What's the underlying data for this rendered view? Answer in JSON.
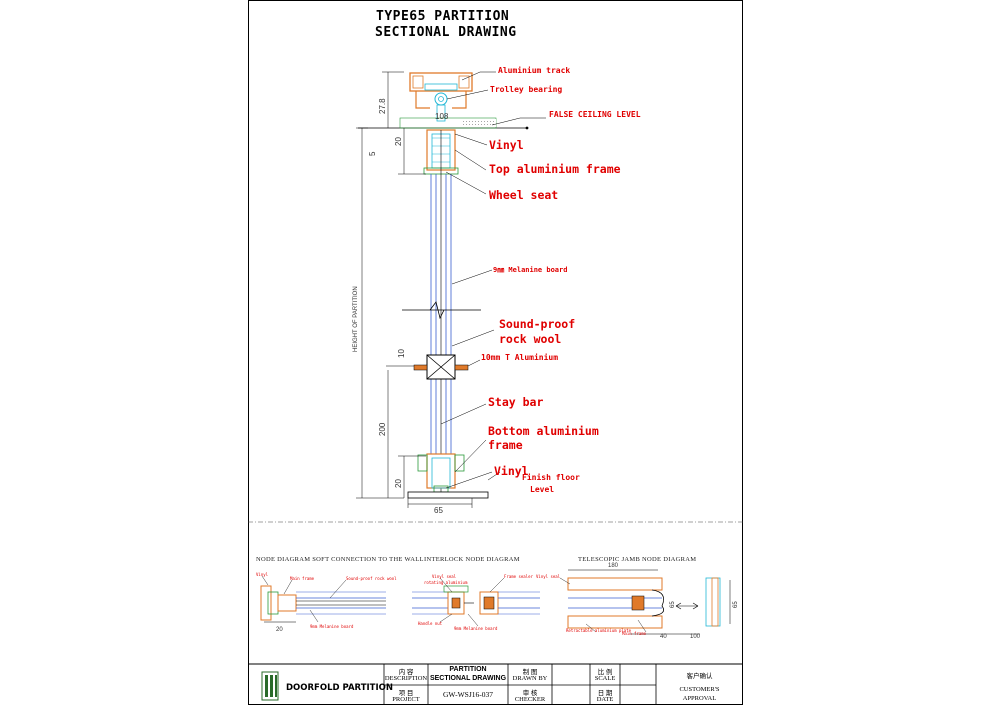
{
  "drawing": {
    "title_line1": "TYPE65 PARTITION",
    "title_line2": "SECTIONAL DRAWING",
    "callouts": {
      "aluminium_track": "Aluminium track",
      "trolley_bearing": "Trolley bearing",
      "false_ceiling": "FALSE CEILING LEVEL",
      "vinyl_top": "Vinyl",
      "top_frame": "Top aluminium frame",
      "wheel_seat": "Wheel seat",
      "melamine": "9㎜ Melanine board",
      "sound_proof_1": "Sound-proof",
      "sound_proof_2": "rock wool",
      "t_aluminium": "10mm T Aluminium",
      "stay_bar": "Stay bar",
      "bottom_frame_1": "Bottom aluminium",
      "bottom_frame_2": "frame",
      "vinyl_bottom": "Vinyl",
      "finish_floor_1": "Finish floor",
      "finish_floor_2": "Level"
    },
    "dimensions": {
      "d_27_8": "27.8",
      "d_108": "108",
      "d_20_top": "20",
      "d_5": "5",
      "height_label": "HEIGHT OF PARTITION",
      "d_10": "10",
      "d_200": "200",
      "d_20_bottom": "20",
      "d_65": "65"
    }
  },
  "nodes": {
    "soft_connection": {
      "title": "NODE DIAGRAM SOFT CONNECTION TO THE WALL",
      "labels": [
        "Vinyl",
        "Main frame",
        "Sound-proof rock wool",
        "9mm Melanine board",
        "20"
      ]
    },
    "interlock": {
      "title": "INTERLOCK NODE DIAGRAM",
      "labels": [
        "Vinyl seal",
        "rotating aluminium",
        "Frame sealer",
        "Handle nut",
        "9mm Melanine board"
      ]
    },
    "telescopic": {
      "title": "TELESCOPIC JAMB NODE DIAGRAM",
      "labels": [
        "Vinyl seal",
        "180",
        "65",
        "Retractable aluminium plate",
        "Main frame",
        "40",
        "100",
        "65"
      ]
    }
  },
  "title_block": {
    "company": "DOORFOLD PARTITION",
    "desc_cn": "内 容",
    "desc_en": "DESCRIPTION",
    "desc_value_1": "PARTITION",
    "desc_value_2": "SECTIONAL DRAWING",
    "drawn_cn": "制 图",
    "drawn_en": "DRAWN BY",
    "scale_cn": "比 例",
    "scale_en": "SCALE",
    "approval_cn": "客户确认",
    "approval_en_1": "CUSTOMER'S",
    "approval_en_2": "APPROVAL",
    "project_cn": "项 目",
    "project_en": "PROJECT",
    "project_value": "GW-WSJ16-037",
    "checker_cn": "审 核",
    "checker_en": "CHECKER",
    "date_cn": "日 期",
    "date_en": "DATE"
  },
  "colors": {
    "callout": "#e00000",
    "frame_orange": "#e07a2a",
    "panel_blue": "#3a5fd0",
    "cyan": "#21b7d6",
    "green": "#2a9a3a"
  }
}
